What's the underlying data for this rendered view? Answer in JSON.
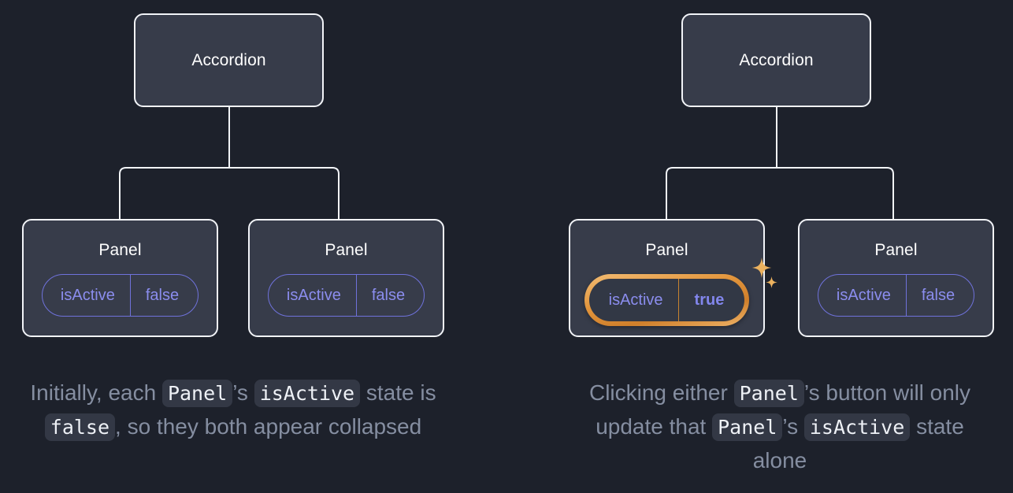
{
  "theme": {
    "background": "#1d212b",
    "node_fill": "#373c4a",
    "node_border": "#f2f4f8",
    "connector": "#f2f4f8",
    "pill_accent": "#6f72db",
    "pill_text": "#8b8dee",
    "highlight_ring": "#e2953c",
    "sparkle": "#ecb25f",
    "caption_text": "#858ea1",
    "code_chip_bg": "#333845",
    "code_chip_text": "#eef1f6"
  },
  "diagrams": [
    {
      "id": "initial-state",
      "root": {
        "title": "Accordion"
      },
      "children": [
        {
          "title": "Panel",
          "state": {
            "key": "isActive",
            "value": "false"
          },
          "highlighted": false,
          "sparkles": false
        },
        {
          "title": "Panel",
          "state": {
            "key": "isActive",
            "value": "false"
          },
          "highlighted": false,
          "sparkles": false
        }
      ],
      "caption": {
        "parts": [
          {
            "type": "text",
            "text": "Initially, each "
          },
          {
            "type": "code",
            "text": "Panel"
          },
          {
            "type": "text",
            "text": "’s "
          },
          {
            "type": "code",
            "text": "isActive"
          },
          {
            "type": "text",
            "text": " state is "
          },
          {
            "type": "code",
            "text": "false"
          },
          {
            "type": "text",
            "text": ", so they both appear collapsed"
          }
        ],
        "plain": "Initially, each Panel’s isActive state is false, so they both appear collapsed"
      }
    },
    {
      "id": "after-click-state",
      "root": {
        "title": "Accordion"
      },
      "children": [
        {
          "title": "Panel",
          "state": {
            "key": "isActive",
            "value": "true"
          },
          "highlighted": true,
          "sparkles": true
        },
        {
          "title": "Panel",
          "state": {
            "key": "isActive",
            "value": "false"
          },
          "highlighted": false,
          "sparkles": false
        }
      ],
      "caption": {
        "parts": [
          {
            "type": "text",
            "text": "Clicking either "
          },
          {
            "type": "code",
            "text": "Panel"
          },
          {
            "type": "text",
            "text": "’s button will only update that "
          },
          {
            "type": "code",
            "text": "Panel"
          },
          {
            "type": "text",
            "text": "’s "
          },
          {
            "type": "code",
            "text": "isActive"
          },
          {
            "type": "text",
            "text": " state alone"
          }
        ],
        "plain": "Clicking either Panel’s button will only update that Panel’s isActive state alone"
      }
    }
  ]
}
